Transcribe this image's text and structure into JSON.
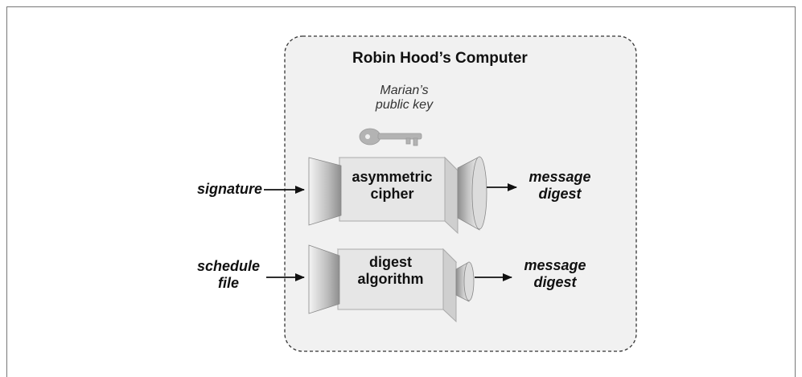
{
  "computer": {
    "title": "Robin Hood’s Computer"
  },
  "key": {
    "label": "Marian’s\npublic key",
    "icon": "key-icon"
  },
  "cipher": {
    "label": "asymmetric\ncipher",
    "input": "signature",
    "output": "message\ndigest"
  },
  "digest": {
    "label": "digest\nalgorithm",
    "input": "schedule\nfile",
    "output": "message\ndigest"
  },
  "colors": {
    "container": "#f1f1f1",
    "block_face": "#e6e6e6",
    "block_side": "#cfcfcf",
    "line": "#111111"
  }
}
